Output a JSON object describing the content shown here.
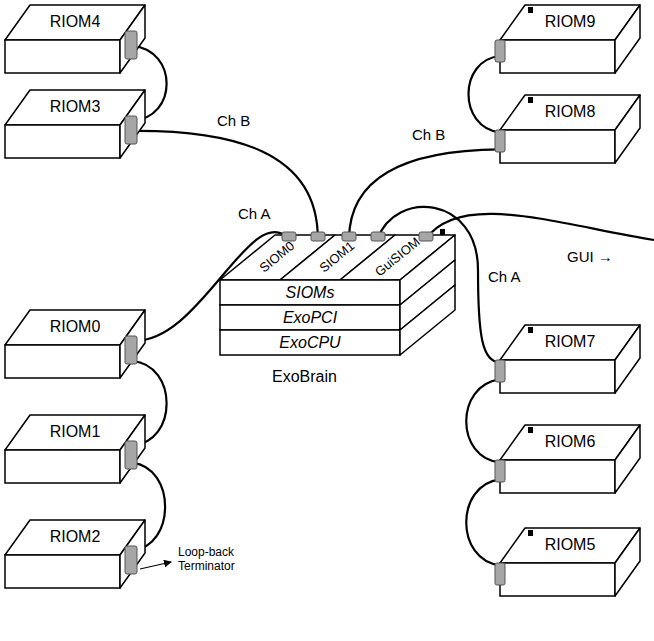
{
  "diagram": {
    "nodes": [
      {
        "text": [
          "RIOM4"
        ]
      },
      {
        "text": [
          "RIOM9"
        ]
      },
      {
        "text": [
          "RIOM3"
        ]
      },
      {
        "text": [
          "RIOM8"
        ]
      },
      {
        "text": [
          "SIOM0"
        ]
      },
      {
        "text": [
          "SIOM1"
        ]
      },
      {
        "text": [
          "GuiSIOM"
        ]
      },
      {
        "text": [
          "SIOMs"
        ]
      },
      {
        "text": [
          "ExoPCI"
        ]
      },
      {
        "text": [
          "ExoCPU"
        ]
      },
      {
        "text": [
          "RIOM0"
        ]
      },
      {
        "text": [
          "RIOM7"
        ]
      },
      {
        "text": [
          "RIOM1"
        ]
      },
      {
        "text": [
          "RIOM6"
        ]
      },
      {
        "text": [
          "RIOM2"
        ]
      },
      {
        "text": [
          "RIOM5"
        ]
      }
    ],
    "edges": [
      {
        "from": 4,
        "to": 2,
        "arrow": "none",
        "label": "Ch B"
      },
      {
        "from": 4,
        "to": 10,
        "arrow": "none",
        "label": "Ch A"
      },
      {
        "from": 5,
        "to": 3,
        "arrow": "none",
        "label": "Ch B"
      },
      {
        "from": 5,
        "to": 11,
        "arrow": "none",
        "label": "Ch A"
      },
      {
        "from": 2,
        "to": 0,
        "arrow": "none"
      },
      {
        "from": 10,
        "to": 12,
        "arrow": "none"
      },
      {
        "from": 12,
        "to": 14,
        "arrow": "none"
      },
      {
        "from": 1,
        "to": 3,
        "arrow": "none"
      },
      {
        "from": 11,
        "to": 13,
        "arrow": "none"
      },
      {
        "from": 13,
        "to": 15,
        "arrow": "none"
      }
    ],
    "labels": [
      "ExoBrain",
      "GUI →",
      "Loop-back Terminator"
    ]
  }
}
